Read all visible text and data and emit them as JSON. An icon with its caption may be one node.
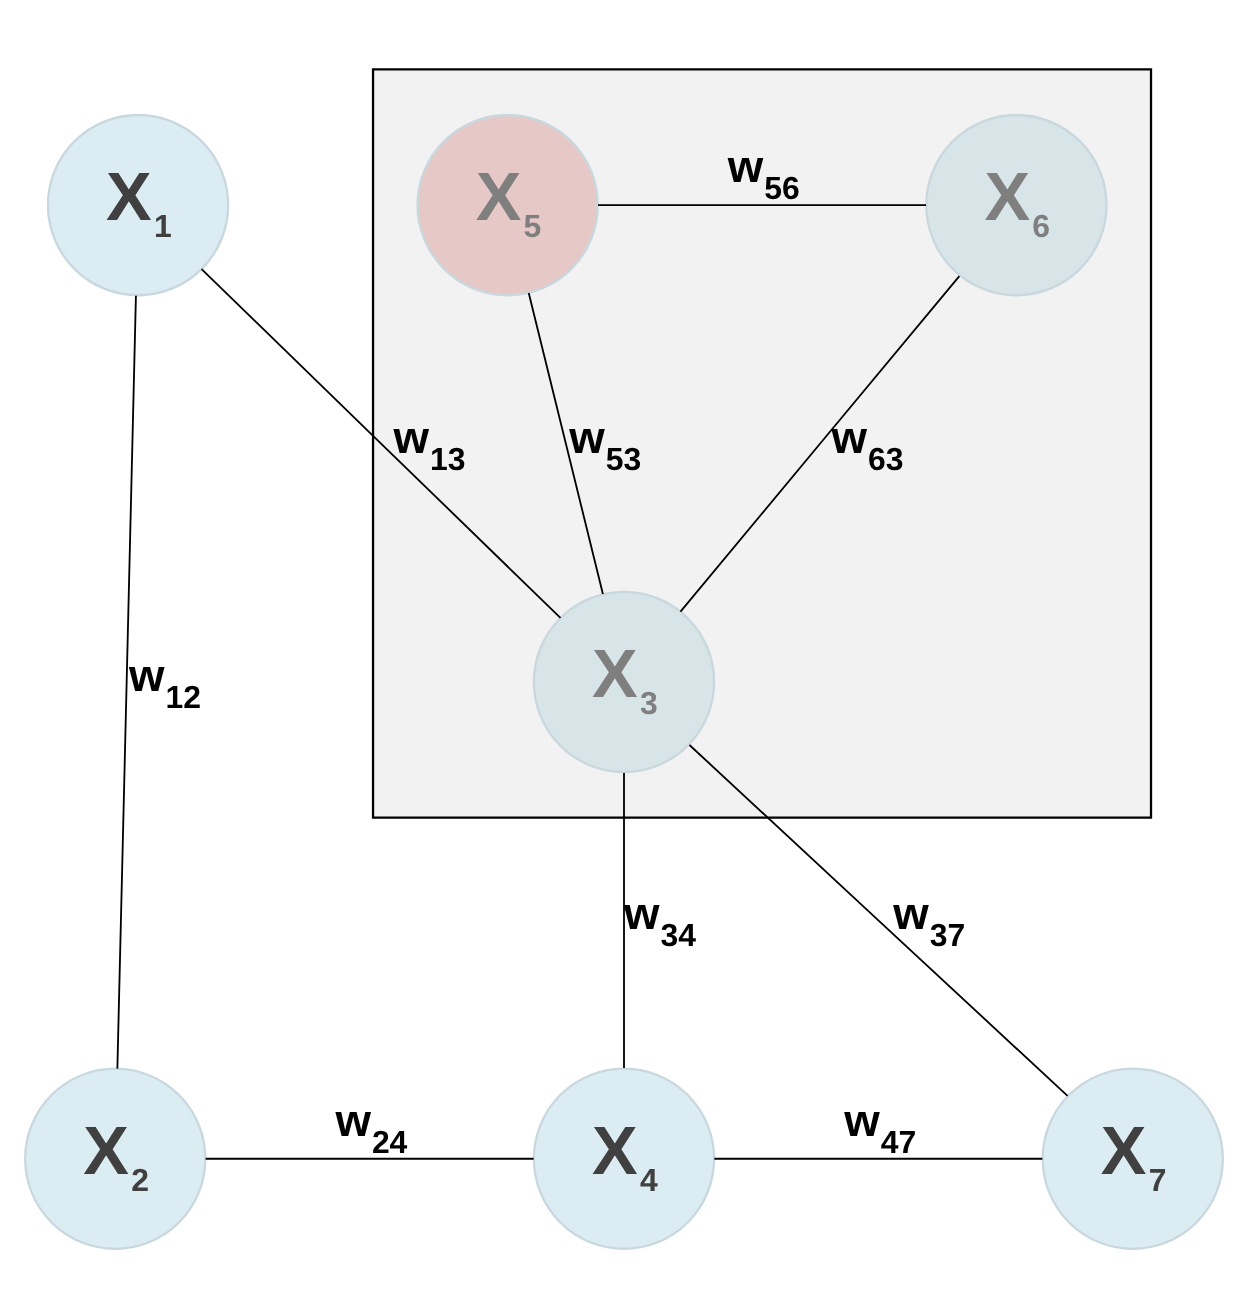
{
  "diagram": {
    "nodes": [
      {
        "text": [],
        "shape": "box"
      },
      {
        "text": [
          "X$_{1}$"
        ]
      },
      {
        "text": [
          "X$_{5}$"
        ],
        "in": 0
      },
      {
        "text": [
          "X$_{6}$"
        ],
        "in": 0
      },
      {
        "text": [
          "X$_{3}$"
        ],
        "in": 0
      },
      {
        "text": [
          "X$_{2}$"
        ]
      },
      {
        "text": [
          "X$_{4}$"
        ]
      },
      {
        "text": [
          "X$_{7}$"
        ]
      }
    ],
    "edges": [
      {
        "from": 1,
        "to": 5,
        "arrow": "none",
        "label": "w$_{12}$"
      },
      {
        "from": 1,
        "to": 4,
        "arrow": "none",
        "label": "w$_{13}$"
      },
      {
        "from": 2,
        "to": 3,
        "arrow": "none",
        "label": "w$_{56}$"
      },
      {
        "from": 2,
        "to": 4,
        "arrow": "none",
        "label": "w$_{53}$"
      },
      {
        "from": 3,
        "to": 4,
        "arrow": "none",
        "label": "w$_{63}$"
      },
      {
        "from": 4,
        "to": 7,
        "arrow": "none",
        "label": "w$_{37}$"
      },
      {
        "from": 4,
        "to": 6,
        "arrow": "none",
        "label": "w$_{34}$"
      },
      {
        "from": 5,
        "to": 6,
        "arrow": "none",
        "label": "w$_{24}$"
      },
      {
        "from": 6,
        "to": 7,
        "arrow": "none",
        "label": "w$_{47}$"
      }
    ]
  }
}
